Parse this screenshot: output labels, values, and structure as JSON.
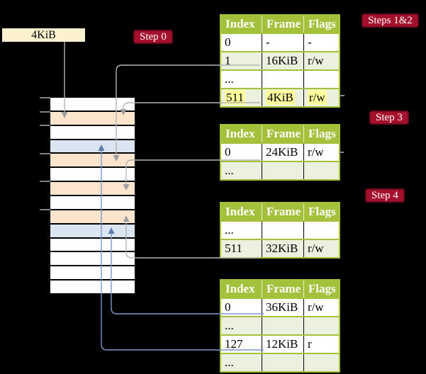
{
  "colors": {
    "background": "#000000",
    "header_green": "#a3c13a",
    "row_green": "#ebf1de",
    "peach_frame": "#fde5cd",
    "blue_frame": "#dbe5f1",
    "cream_box": "#fcf2cf",
    "badge_red": "#a5102c",
    "badge_border": "#6e0a1e",
    "highlight_yellow": "#ffff9e",
    "gray_line": "#b4b4b4",
    "gray_arrow": "#9f9f9f",
    "blue_line": "#7b97c9",
    "blue_arrow": "#5c7bad",
    "tick_gray": "#7f7f7f"
  },
  "page_size_label": "4KiB",
  "step_badges": [
    {
      "id": "step0",
      "label": "Step 0"
    },
    {
      "id": "steps12",
      "label": "Steps 1&2"
    },
    {
      "id": "step3",
      "label": "Step 3"
    },
    {
      "id": "step4",
      "label": "Step 4"
    }
  ],
  "memory_stack": {
    "rows": [
      "white",
      "peach",
      "white",
      "blue",
      "peach",
      "white",
      "peach",
      "white",
      "peach",
      "blue",
      "white",
      "white",
      "white",
      "white"
    ],
    "tick_boundaries": [
      0,
      1,
      2,
      4,
      6,
      8
    ]
  },
  "tables": [
    {
      "id": "t1",
      "columns": [
        "Index",
        "Frame",
        "Flags"
      ],
      "rows": [
        {
          "cells": [
            "0",
            "-",
            "-"
          ],
          "shaded": false,
          "highlight": false
        },
        {
          "cells": [
            "1",
            "16KiB",
            "r/w"
          ],
          "shaded": true,
          "highlight": false
        },
        {
          "cells": [
            "...",
            "",
            ""
          ],
          "shaded": false,
          "highlight": false
        },
        {
          "cells": [
            "511",
            "4KiB",
            "r/w"
          ],
          "shaded": true,
          "highlight": true
        }
      ]
    },
    {
      "id": "t2",
      "columns": [
        "Index",
        "Frame",
        "Flags"
      ],
      "rows": [
        {
          "cells": [
            "0",
            "24KiB",
            "r/w"
          ],
          "shaded": false,
          "highlight": false
        },
        {
          "cells": [
            "...",
            "",
            ""
          ],
          "shaded": true,
          "highlight": false
        }
      ]
    },
    {
      "id": "t3",
      "columns": [
        "Index",
        "Frame",
        "Flags"
      ],
      "rows": [
        {
          "cells": [
            "...",
            "",
            ""
          ],
          "shaded": false,
          "highlight": false
        },
        {
          "cells": [
            "511",
            "32KiB",
            "r/w"
          ],
          "shaded": true,
          "highlight": false
        }
      ]
    },
    {
      "id": "t4",
      "columns": [
        "Index",
        "Frame",
        "Flags"
      ],
      "rows": [
        {
          "cells": [
            "0",
            "36KiB",
            "r/w"
          ],
          "shaded": false,
          "highlight": false
        },
        {
          "cells": [
            "...",
            "",
            ""
          ],
          "shaded": true,
          "highlight": false
        },
        {
          "cells": [
            "127",
            "12KiB",
            "r"
          ],
          "shaded": false,
          "highlight": false
        },
        {
          "cells": [
            "...",
            "",
            ""
          ],
          "shaded": true,
          "highlight": false
        }
      ]
    }
  ],
  "connectors": [
    {
      "id": "root-pointer",
      "from": "4KiB box",
      "to": "frame 4KiB",
      "style": "gray"
    },
    {
      "id": "t1-idx1",
      "from": "table1 index 1",
      "to": "frame 16KiB",
      "style": "gray"
    },
    {
      "id": "t1-idx511",
      "from": "table1 index 511",
      "to": "frame 4KiB",
      "style": "gray"
    },
    {
      "id": "t2-idx0",
      "from": "table2 index 0",
      "to": "frame 24KiB",
      "style": "gray"
    },
    {
      "id": "t3-idx511",
      "from": "table3 index 511",
      "to": "frame 32KiB",
      "style": "gray"
    },
    {
      "id": "t4-idx0",
      "from": "table4 index 0",
      "to": "frame 36KiB",
      "style": "blue"
    },
    {
      "id": "t4-idx127",
      "from": "table4 index 127",
      "to": "frame 12KiB",
      "style": "blue"
    }
  ]
}
